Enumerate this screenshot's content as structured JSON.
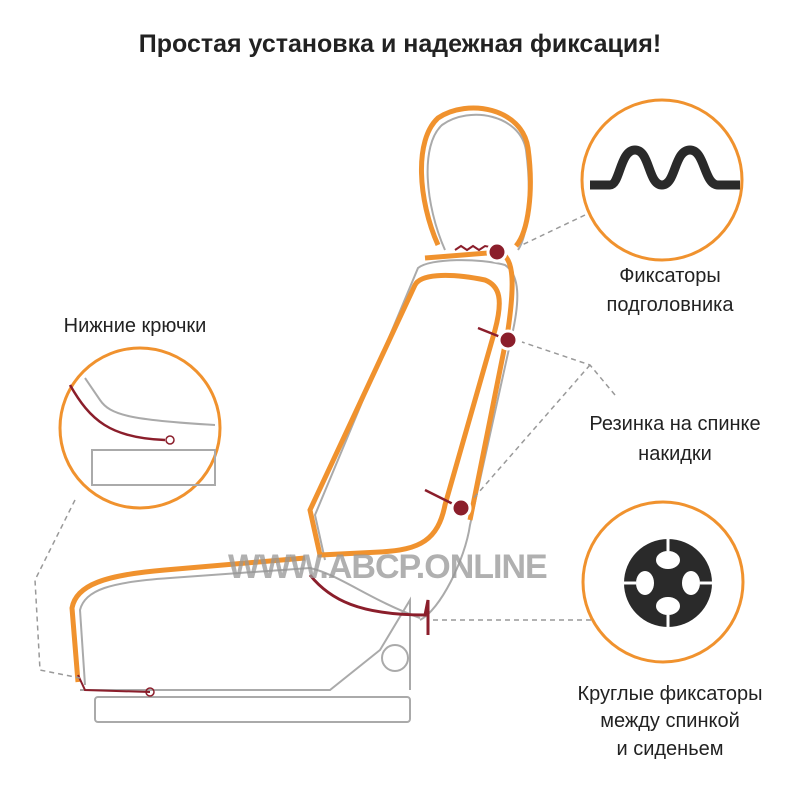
{
  "title": "Простая установка и надежная фиксация!",
  "watermark": "WWW.ABCP.ONLINE",
  "labels": {
    "lower_hooks": "Нижние крючки",
    "headrest_1": "Фиксаторы",
    "headrest_2": "подголовника",
    "elastic_1": "Резинка на спинке",
    "elastic_2": "накидки",
    "round_1": "Круглые фиксаторы",
    "round_2": "между спинкой",
    "round_3": "и сиденьем"
  },
  "colors": {
    "accent": "#f0922e",
    "fixer": "#8b1e2b",
    "outline": "#a8a8a8",
    "icon": "#2a2a2a"
  }
}
